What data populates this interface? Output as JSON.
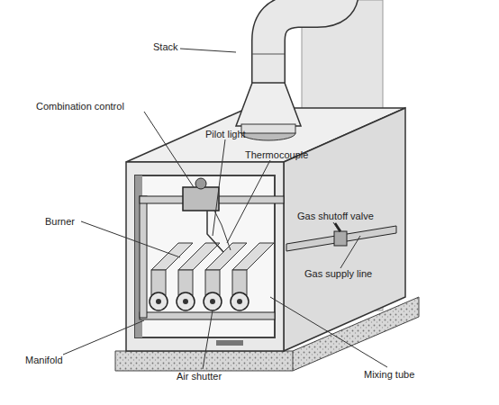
{
  "diagram": {
    "labels": [
      "Stack",
      "Combination control",
      "Pilot light",
      "Thermocouple",
      "Burner",
      "Gas shutoff valve",
      "Gas supply line",
      "Manifold",
      "Air shutter",
      "Mixing tube"
    ]
  }
}
